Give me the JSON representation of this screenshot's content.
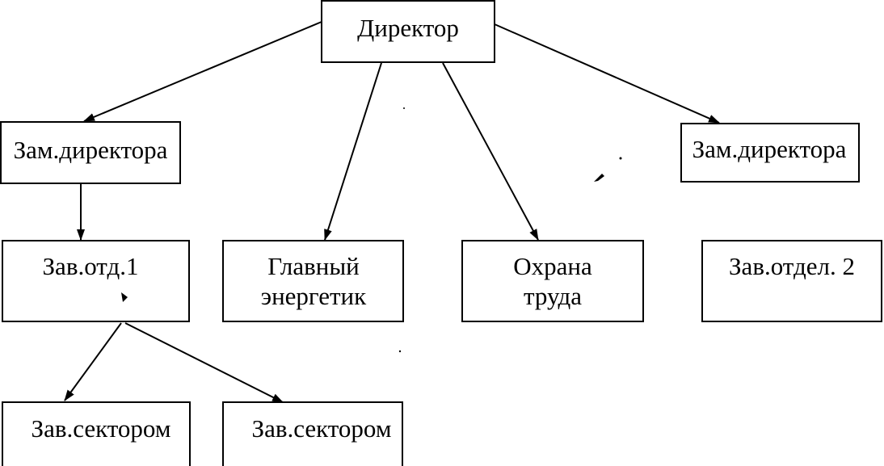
{
  "diagram": {
    "director": "Директор",
    "deputy_left": "Зам.директора",
    "deputy_right": "Зам.директора",
    "dept1_head": "Зав.отд.1",
    "chief_energy_line1": "Главный",
    "chief_energy_line2": "энергетик",
    "labor_safety_line1": "Охрана",
    "labor_safety_line2": "труда",
    "dept2_head": "Зав.отдел. 2",
    "sector_head_1": "Зав.сектором",
    "sector_head_2": "Зав.сектором"
  }
}
